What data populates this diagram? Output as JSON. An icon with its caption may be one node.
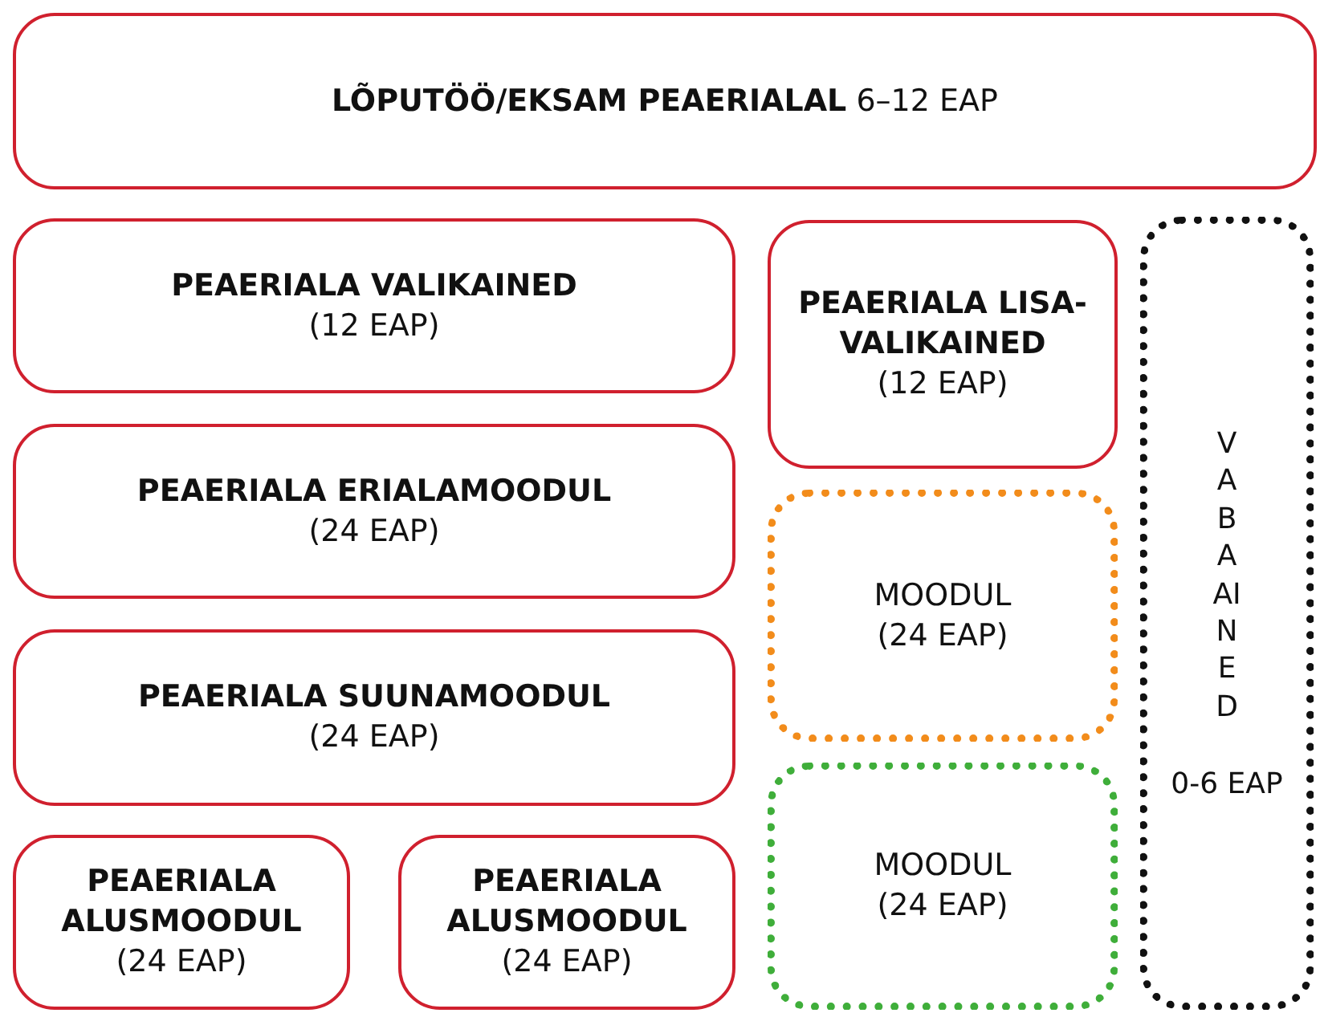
{
  "diagram": {
    "nodes": [
      {
        "text": [
          "**LÕPUTÖÖ/EKSAM PEAERIALAL** 6–12 EAP"
        ]
      },
      {
        "text": [
          "PEAERIALA VALIKAINED",
          "(12 EAP)"
        ]
      },
      {
        "text": [
          "PEAERIALA LISA-VALIKAINED",
          "(12 EAP)"
        ]
      },
      {
        "text": [
          "PEAERIALA ERIALAMOODUL",
          "(24 EAP)"
        ]
      },
      {
        "text": [
          "MOODUL",
          "(24 EAP)"
        ]
      },
      {
        "text": [
          "VABAAINED",
          "0-6 EAP"
        ]
      },
      {
        "text": [
          "PEAERIALA SUUNAMOODUL",
          "(24 EAP)"
        ]
      },
      {
        "text": [
          "MOODUL",
          "(24 EAP)"
        ]
      },
      {
        "text": [
          "PEAERIALA ALUSMOODUL",
          "(24 EAP)"
        ]
      },
      {
        "text": [
          "PEAERIALA ALUSMOODUL",
          "(24 EAP)"
        ]
      }
    ]
  }
}
